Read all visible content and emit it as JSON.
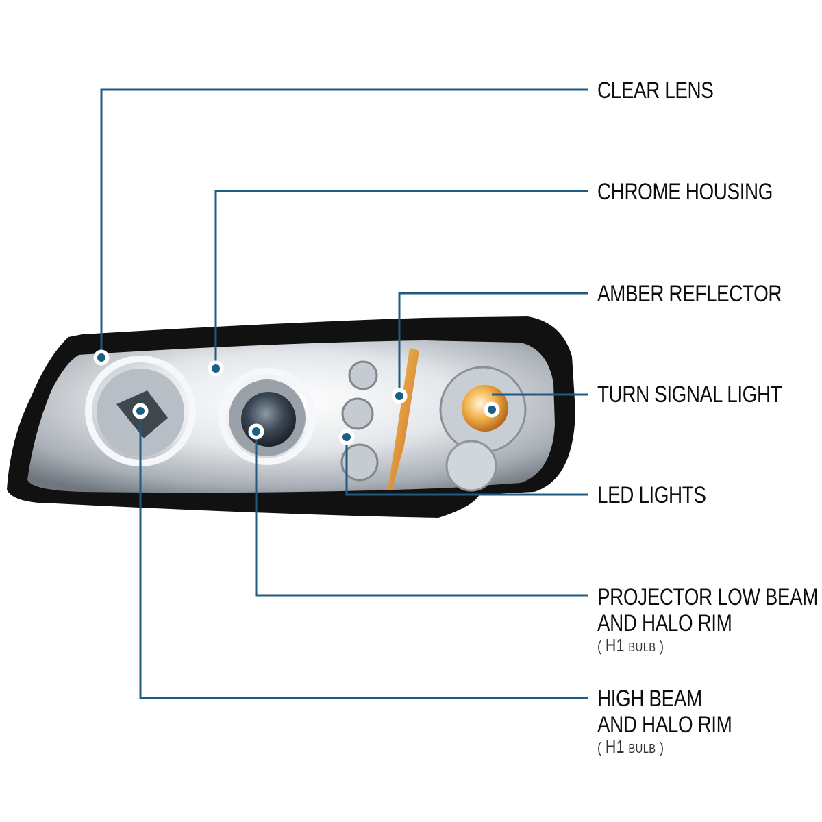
{
  "colors": {
    "callout_line": "#1f5a80",
    "callout_dot": "#1b5e86",
    "bezel": "#111111",
    "chrome": "#d9dde2",
    "amber": "#e08a1a"
  },
  "callouts": [
    {
      "id": "clear-lens",
      "lines": [
        "CLEAR LENS"
      ]
    },
    {
      "id": "chrome-housing",
      "lines": [
        "CHROME HOUSING"
      ]
    },
    {
      "id": "amber-reflector",
      "lines": [
        "AMBER REFLECTOR"
      ]
    },
    {
      "id": "turn-signal-light",
      "lines": [
        "TURN SIGNAL LIGHT"
      ]
    },
    {
      "id": "led-lights",
      "lines": [
        "LED LIGHTS"
      ]
    },
    {
      "id": "projector-low-beam",
      "lines": [
        "PROJECTOR LOW BEAM",
        "AND HALO RIM"
      ],
      "note": {
        "open": "(",
        "bulb": "H1",
        "word": "BULB",
        "close": ")"
      }
    },
    {
      "id": "high-beam",
      "lines": [
        "HIGH BEAM",
        "AND HALO RIM"
      ],
      "note": {
        "open": "(",
        "bulb": "H1",
        "word": "BULB",
        "close": ")"
      }
    }
  ]
}
